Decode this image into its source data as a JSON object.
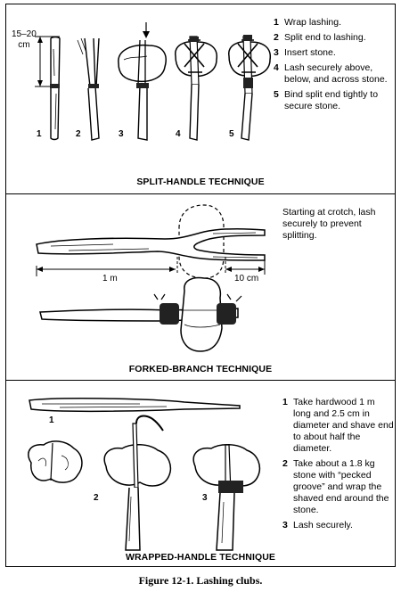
{
  "panels": {
    "split": {
      "title": "SPLIT-HANDLE TECHNIQUE",
      "dimension": "15–20\ncm",
      "figure_labels": [
        "1",
        "2",
        "3",
        "4",
        "5"
      ],
      "steps": [
        {
          "num": "1",
          "text": "Wrap lashing."
        },
        {
          "num": "2",
          "text": "Split end to lashing."
        },
        {
          "num": "3",
          "text": "Insert stone."
        },
        {
          "num": "4",
          "text": "Lash securely above, below, and across stone."
        },
        {
          "num": "5",
          "text": "Bind split end tightly to secure stone."
        }
      ]
    },
    "forked": {
      "title": "FORKED-BRANCH TECHNIQUE",
      "note": "Starting at crotch, lash securely to prevent splitting.",
      "dim_long": "1 m",
      "dim_short": "10 cm"
    },
    "wrapped": {
      "title": "WRAPPED-HANDLE TECHNIQUE",
      "figure_labels": [
        "1",
        "2",
        "3"
      ],
      "steps": [
        {
          "num": "1",
          "text": "Take hardwood 1 m long and 2.5 cm in diameter and shave end to about half the diameter."
        },
        {
          "num": "2",
          "text": "Take about a 1.8 kg stone with “pecked groove” and wrap the shaved end around the stone."
        },
        {
          "num": "3",
          "text": "Lash securely."
        }
      ]
    }
  },
  "caption": "Figure 12-1. Lashing clubs."
}
